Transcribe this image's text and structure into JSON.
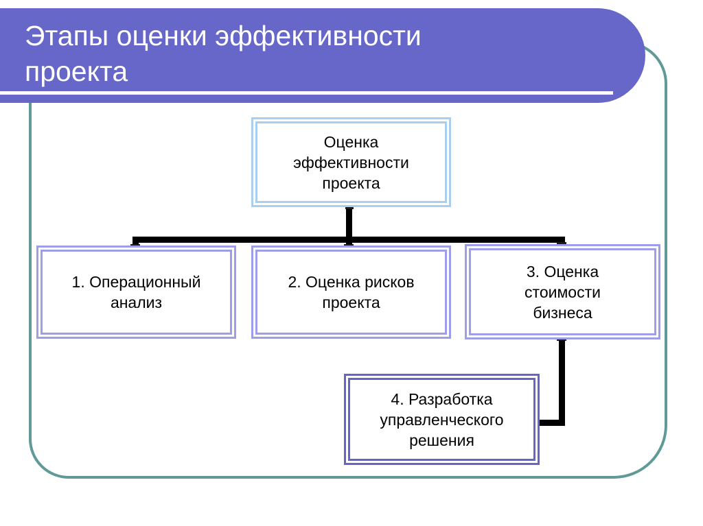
{
  "slide": {
    "title": "Этапы оценки эффективности\nпроекта",
    "background_color": "#ffffff",
    "banner_color": "#6667c8",
    "frame_color": "#5f9a99",
    "connector_color": "#000000"
  },
  "diagram": {
    "type": "tree-hierarchy",
    "root": {
      "id": "node-root",
      "label": "Оценка\nэффективности\nпроекта",
      "border_color": "#a8cff0"
    },
    "children": [
      {
        "id": "node-1",
        "number": "1.",
        "label": "1.  Операционный\nанализ",
        "border_color": "#9d9de8"
      },
      {
        "id": "node-2",
        "number": "2.",
        "label": "2. Оценка рисков\nпроекта",
        "border_color": "#9d9de8"
      },
      {
        "id": "node-3",
        "number": "3.",
        "label": "3. Оценка\nстоимости\nбизнеса",
        "border_color": "#9d9de8"
      }
    ],
    "leaf": {
      "id": "node-4",
      "number": "4.",
      "label": "4. Разработка\nуправленческого\nрешения",
      "border_color": "#6465c6"
    }
  }
}
